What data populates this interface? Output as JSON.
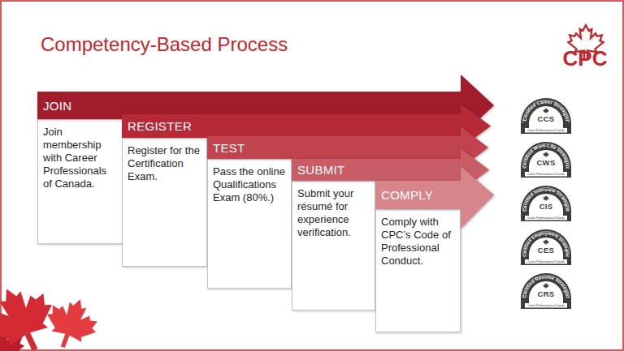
{
  "diagram": {
    "title": "Competency-Based Process",
    "nodes": [
      {
        "text": [
          "JOIN",
          "Join membership with Career Professionals of Canada."
        ]
      },
      {
        "text": [
          "REGISTER",
          "Register for the Certification Exam."
        ]
      },
      {
        "text": [
          "TEST",
          "Pass the online Qualifications Exam (80%.)"
        ]
      },
      {
        "text": [
          "SUBMIT",
          "Submit your résumé for experience verification."
        ]
      },
      {
        "text": [
          "COMPLY",
          "Comply with CPC’s Code of Professional Conduct."
        ]
      },
      {
        "text": [
          "Certified Career Strategist",
          "CCS",
          "Career Professionals of Canada"
        ]
      },
      {
        "text": [
          "Certified Work-Life Strategist",
          "CWS",
          "Career Professionals of Canada"
        ]
      },
      {
        "text": [
          "Certified Interview Strategist",
          "CIS",
          "Career Professionals of Canada"
        ]
      },
      {
        "text": [
          "Certified Employment Strategist",
          "CES",
          "Career Professionals of Canada"
        ]
      },
      {
        "text": [
          "Certified Résumé Strategist",
          "CRS",
          "Career Professionals of Canada"
        ]
      }
    ],
    "labels": [
      "CPC"
    ]
  }
}
